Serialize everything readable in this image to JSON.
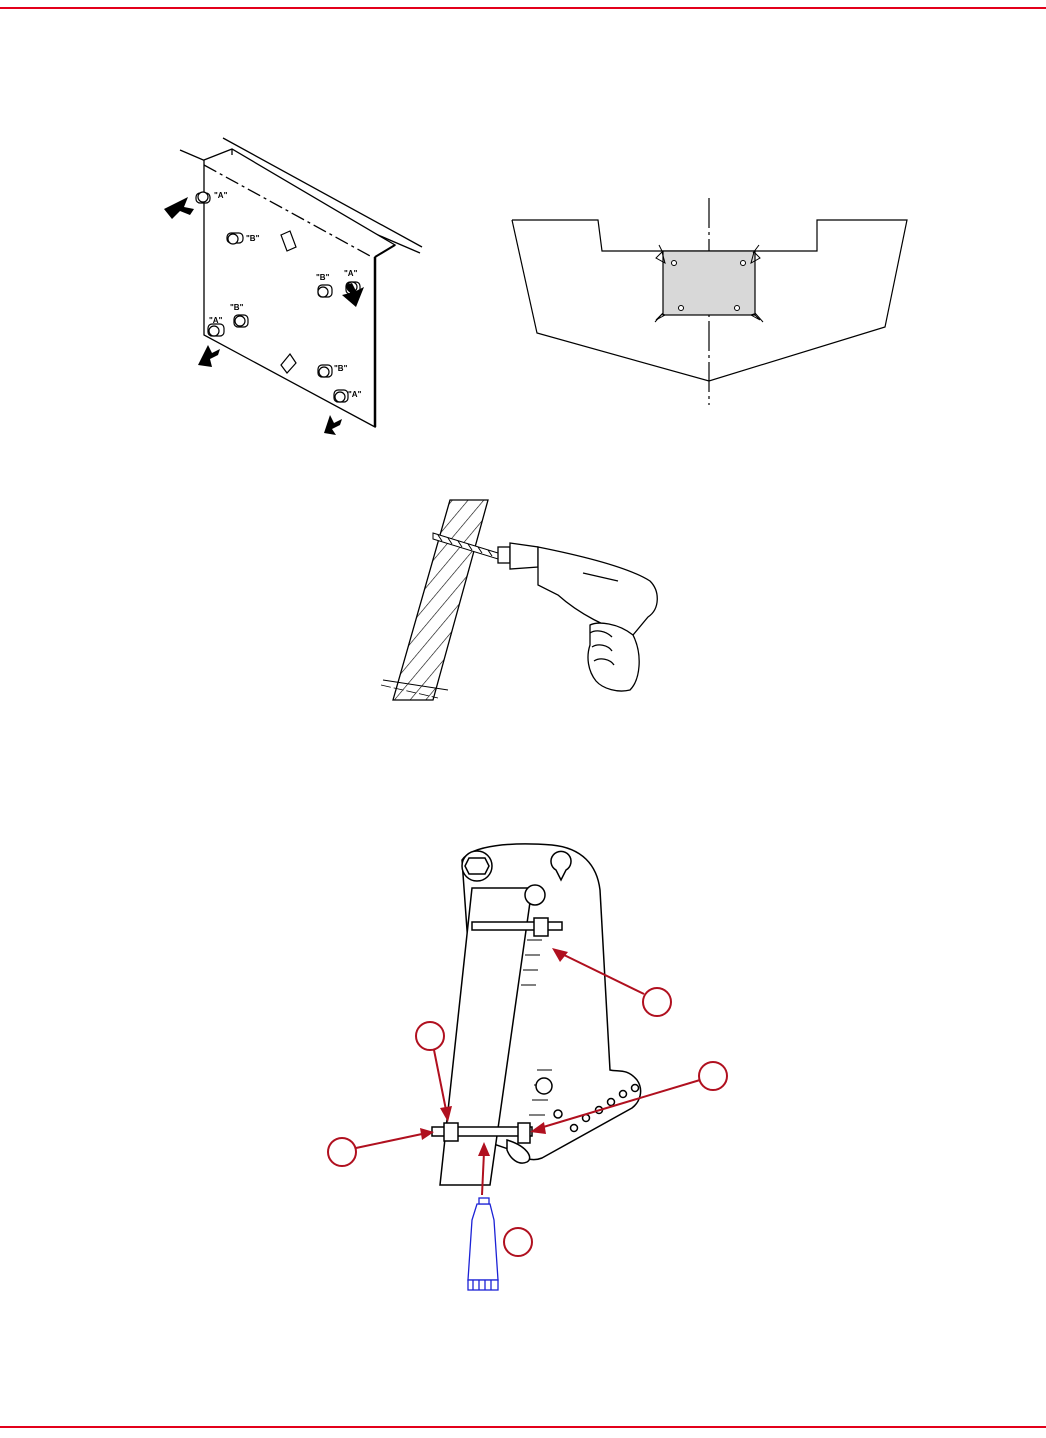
{
  "colors": {
    "rule": "#e3001b",
    "callout": "#b0101f",
    "sealant_tube": "#1c22d6",
    "pattern_fill": "#d8d8d8",
    "line_art": "#000000"
  },
  "figure_transom_plate": {
    "labels": [
      "\"A\"",
      "\"B\"",
      "\"B\"",
      "\"A\"",
      "\"A\"",
      "\"B\"",
      "\"A\"",
      "\"B\"",
      "\"A\""
    ]
  },
  "figure_transom_plate_labels": {
    "a_top_left": "\"A\"",
    "b_upper_left": "\"B\"",
    "b_right": "\"B\"",
    "a_right": "\"A\"",
    "b_lower_left": "\"B\"",
    "a_lower_left": "\"A\"",
    "b_lower_right": "\"B\"",
    "a_bottom_right": "\"A\""
  },
  "figure_hull_centerline": {},
  "figure_drilling": {},
  "figure_bracket_callouts": {
    "icons": [
      "sealant-tube-icon"
    ]
  }
}
